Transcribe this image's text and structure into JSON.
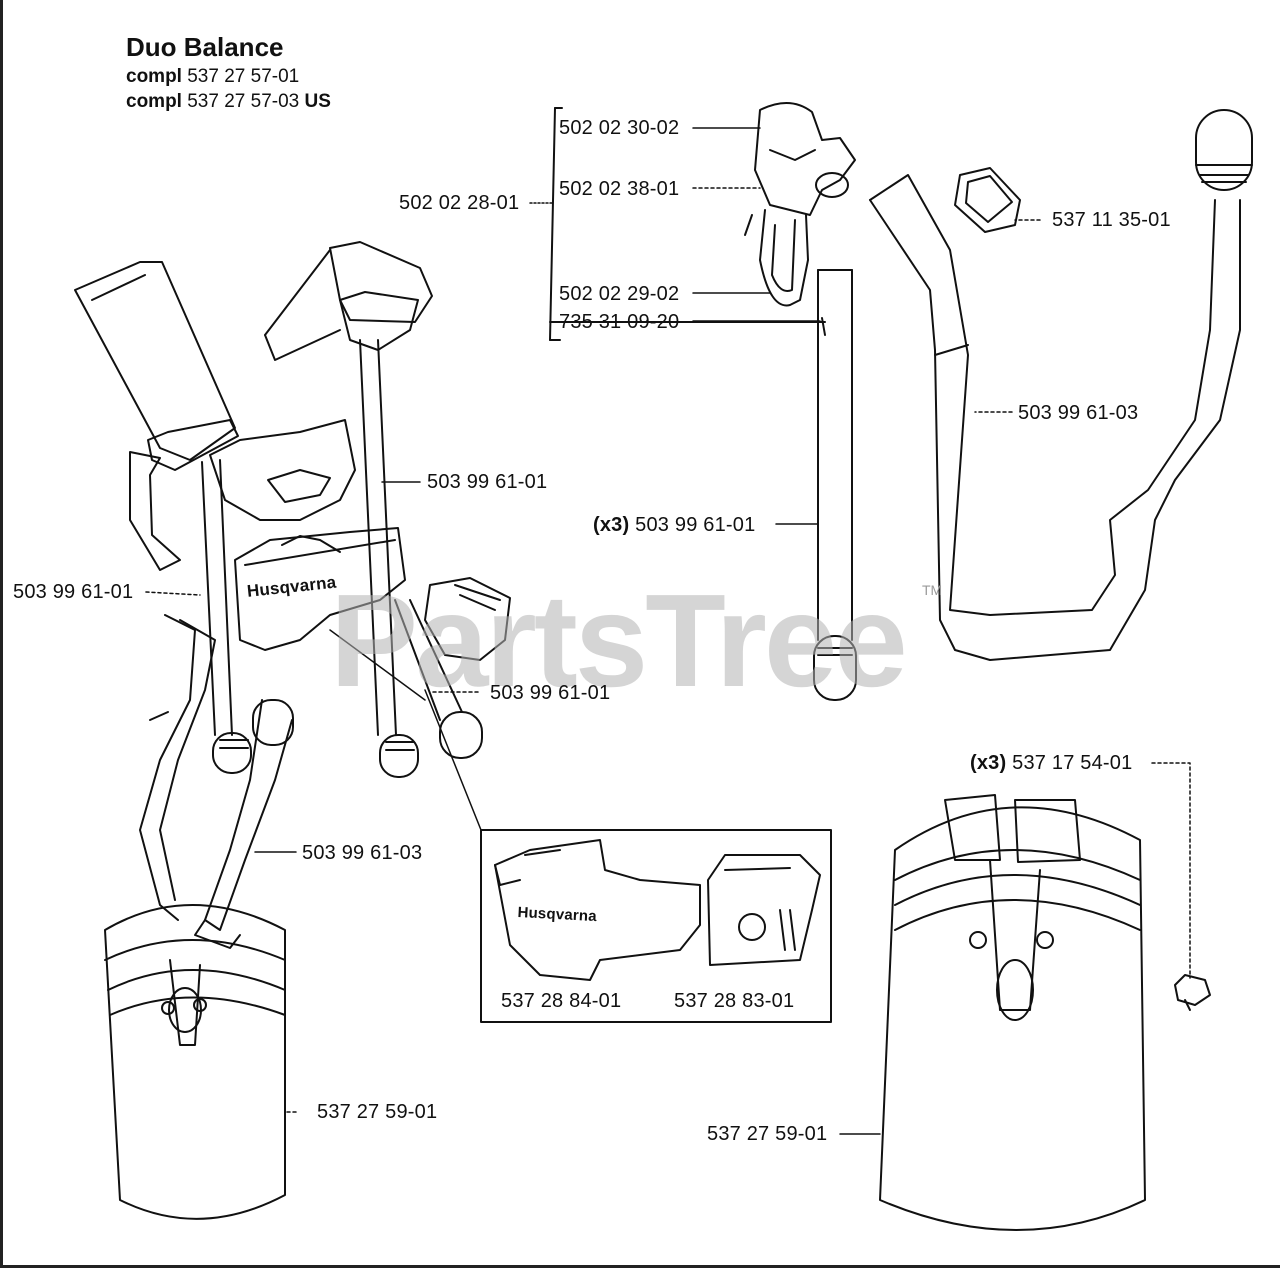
{
  "header": {
    "title": "Duo Balance",
    "line1_prefix": "compl",
    "line1_number": "537 27 57-01",
    "line2_prefix": "compl",
    "line2_number": "537 27 57-03",
    "line2_suffix": "US"
  },
  "parts": {
    "p_502_02_30_02": "502 02 30-02",
    "p_502_02_38_01": "502 02 38-01",
    "p_502_02_28_01": "502 02 28-01",
    "p_502_02_29_02": "502 02 29-02",
    "p_735_31_09_20": "735 31 09-20",
    "p_537_11_35_01": "537 11 35-01",
    "p_503_99_61_03_right": "503 99 61-03",
    "p_503_99_61_01_a": "503 99 61-01",
    "p_503_99_61_01_strap_mult": "(x3)",
    "p_503_99_61_01_strap": "503 99 61-01",
    "p_503_99_61_01_left": "503 99 61-01",
    "p_503_99_61_01_mid": "503 99 61-01",
    "p_503_99_61_03_left": "503 99 61-03",
    "p_537_17_54_01_mult": "(x3)",
    "p_537_17_54_01": "537 17 54-01",
    "p_537_28_84_01": "537 28 84-01",
    "p_537_28_83_01": "537 28 83-01",
    "p_537_27_59_01_left": "537 27 59-01",
    "p_537_27_59_01_right": "537 27 59-01"
  },
  "brand": {
    "logo_text": "Husqvarna",
    "watermark": "PartsTree",
    "trademark": "TM"
  }
}
